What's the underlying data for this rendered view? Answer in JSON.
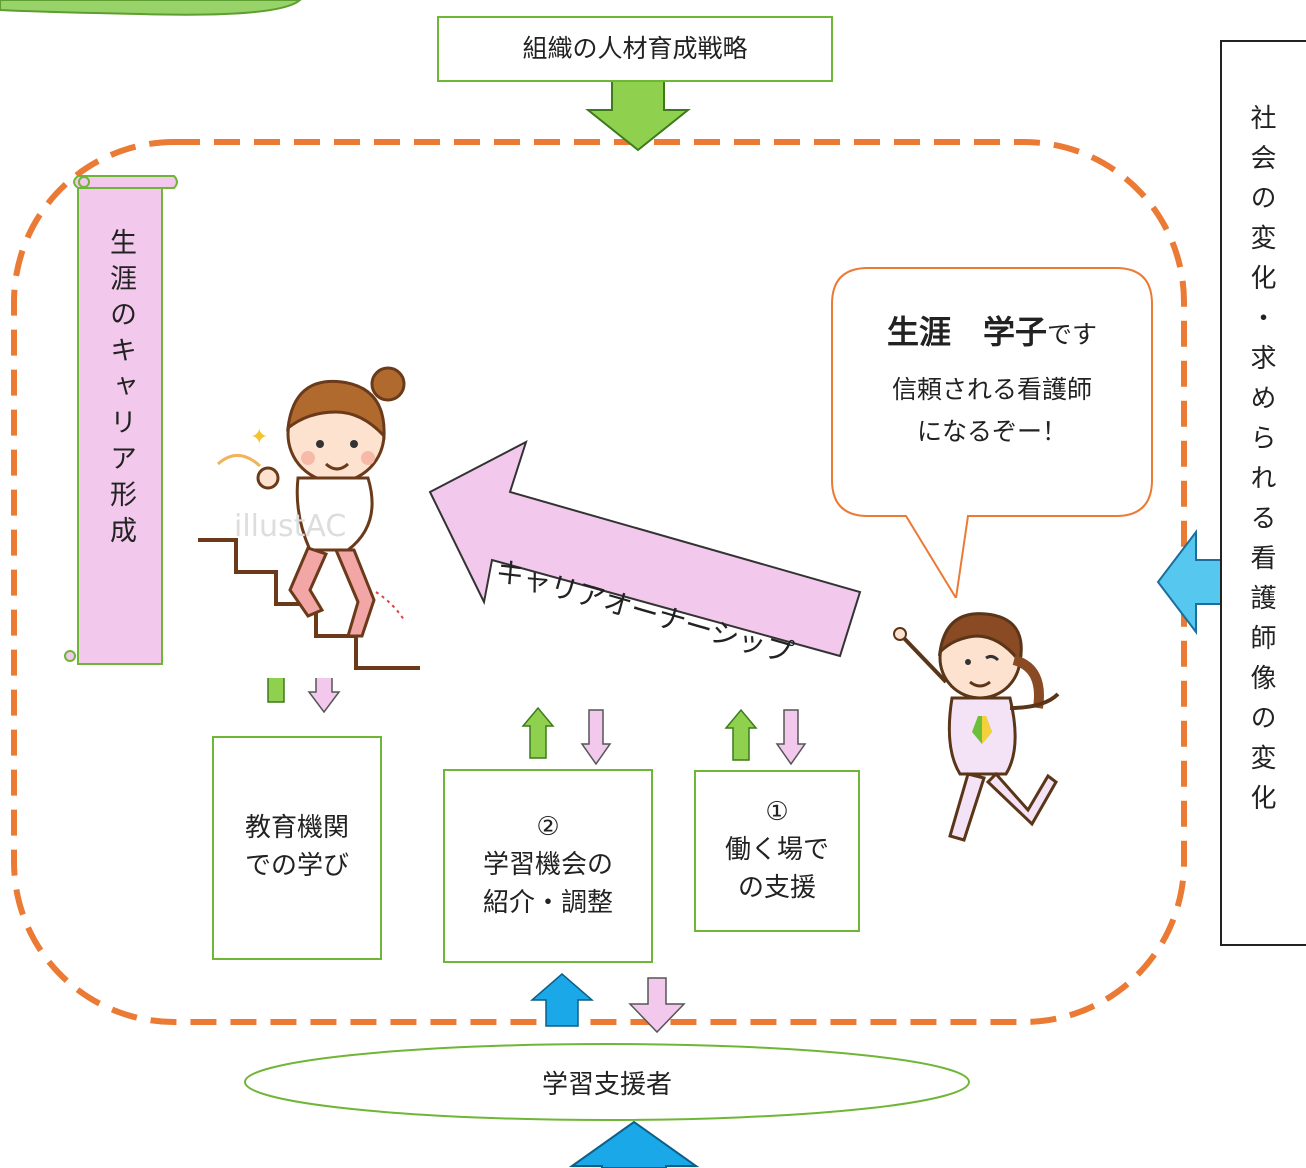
{
  "top_box": {
    "label": "組織の人材育成戦略"
  },
  "scroll_banner": {
    "label": "生涯のキャリア形成"
  },
  "right_panel": {
    "label": "社会の変化・求められる看護師像の変化"
  },
  "big_arrow": {
    "label": "キャリアオーナーシップ"
  },
  "speech_bubble": {
    "name": "生涯　学子",
    "suffix": "です",
    "line1": "信頼される看護師",
    "line2": "になるぞー！"
  },
  "watermark": {
    "label": "illustAC"
  },
  "boxes": [
    {
      "lines": [
        "教育機関",
        "での学び"
      ]
    },
    {
      "lines": [
        "②",
        "学習機会の",
        "紹介・調整"
      ]
    },
    {
      "lines": [
        "①",
        "働く場で",
        "の支援"
      ]
    }
  ],
  "ellipse": {
    "label": "学習支援者"
  },
  "colors": {
    "green_border": "#6fb536",
    "green_arrow": "#8fd14f",
    "blue_arrow": "#1aa8e8",
    "light_blue_arrow": "#56c8f0",
    "pink": "#f2c9ec",
    "orange_dash": "#ea7a34"
  }
}
